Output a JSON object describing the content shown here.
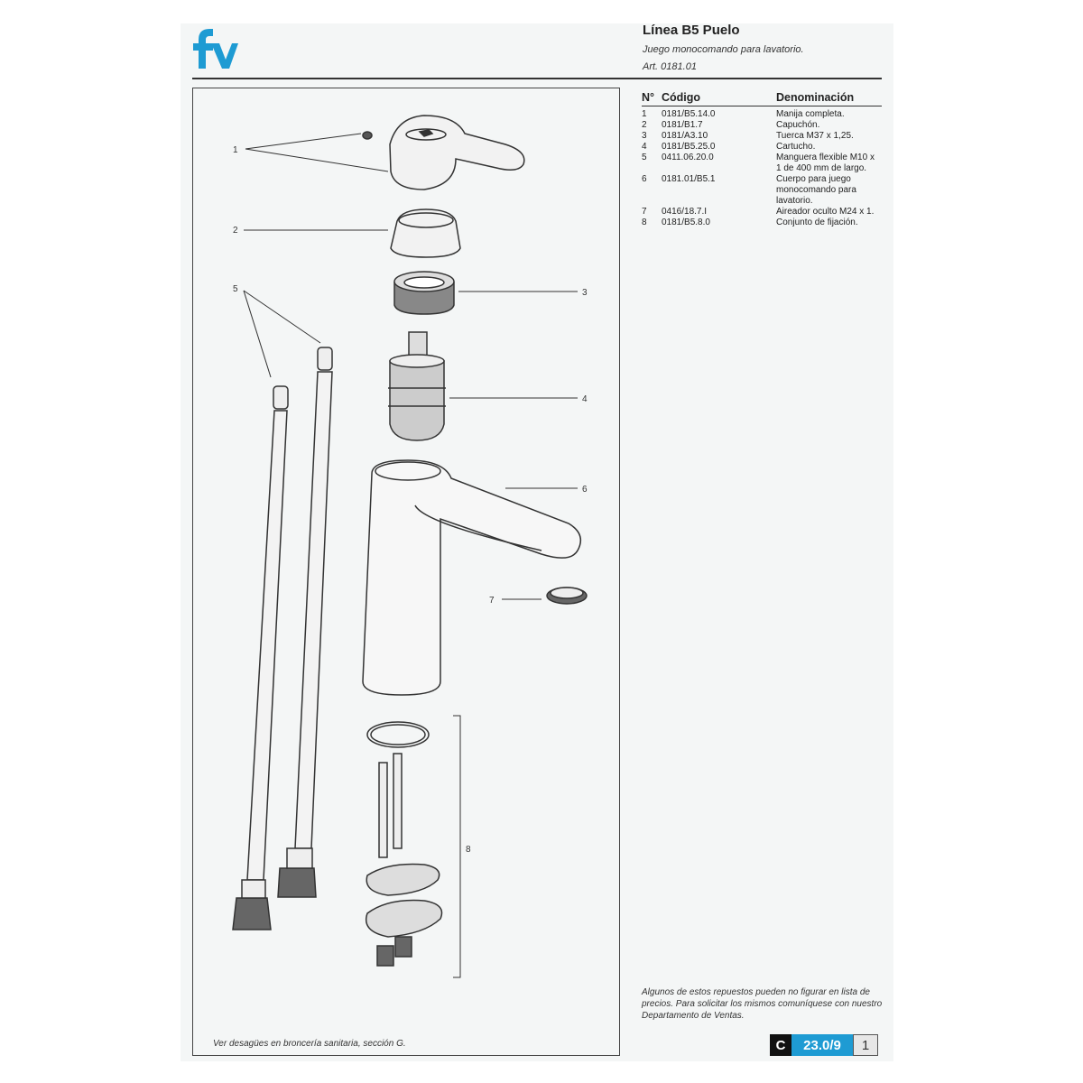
{
  "header": {
    "logo_text": "fv",
    "title": "Línea B5 Puelo",
    "subtitle": "Juego monocomando para lavatorio.",
    "article": "Art. 0181.01"
  },
  "parts_table": {
    "columns": [
      "N°",
      "Código",
      "Denominación"
    ],
    "rows": [
      {
        "no": "1",
        "code": "0181/B5.14.0",
        "name": "Manija completa."
      },
      {
        "no": "2",
        "code": "0181/B1.7",
        "name": "Capuchón."
      },
      {
        "no": "3",
        "code": "0181/A3.10",
        "name": "Tuerca M37 x 1,25."
      },
      {
        "no": "4",
        "code": "0181/B5.25.0",
        "name": "Cartucho."
      },
      {
        "no": "5",
        "code": "0411.06.20.0",
        "name": "Manguera flexible M10 x 1 de 400 mm de largo."
      },
      {
        "no": "6",
        "code": "0181.01/B5.1",
        "name": "Cuerpo para juego monocomando para lavatorio."
      },
      {
        "no": "7",
        "code": "0416/18.7.I",
        "name": "Aireador oculto M24 x 1."
      },
      {
        "no": "8",
        "code": "0181/B5.8.0",
        "name": "Conjunto de fijación."
      }
    ]
  },
  "diagram": {
    "callouts": [
      "1",
      "2",
      "3",
      "4",
      "5",
      "6",
      "7",
      "8"
    ]
  },
  "notes": {
    "footnote": "Algunos de estos repuestos pueden no figurar en lista de precios. Para solicitar los mismos comuníquese con nuestro Departamento de Ventas.",
    "bottom_note": "Ver desagües en broncería sanitaria, sección G."
  },
  "page_ref": {
    "section": "C",
    "number": "23.0/9",
    "page": "1"
  },
  "colors": {
    "brand_blue": "#1e9bd3",
    "ink": "#222222"
  }
}
